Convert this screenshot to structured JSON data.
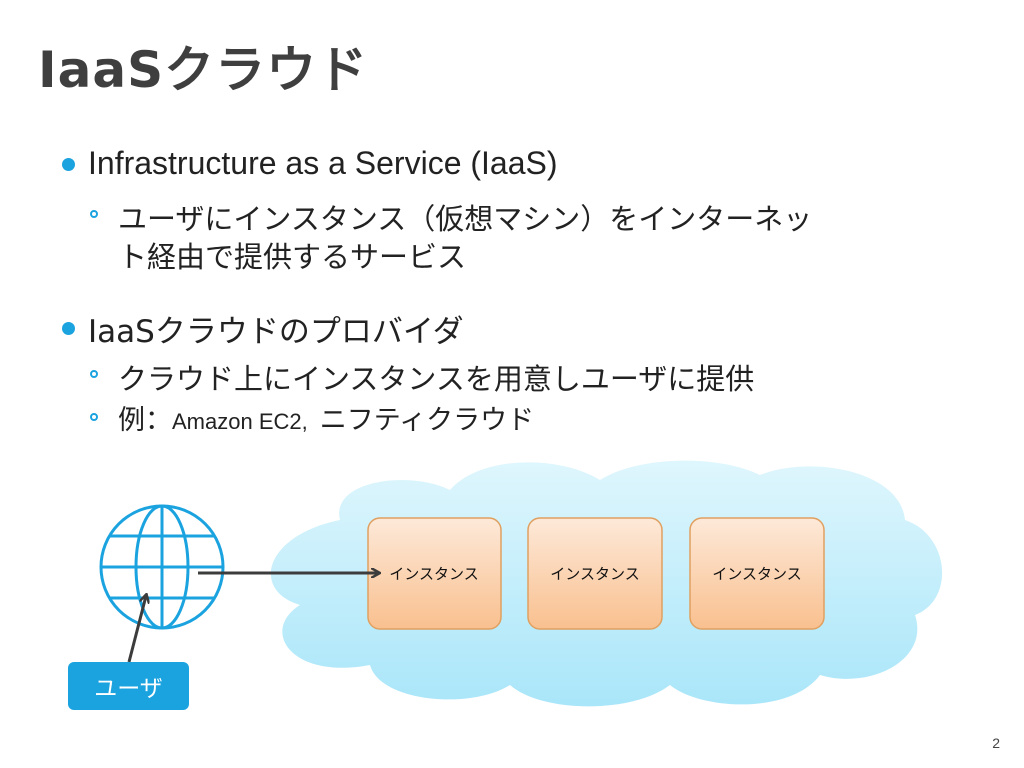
{
  "slide": {
    "title": "IaaSクラウド",
    "page_number": "2"
  },
  "bullets": [
    {
      "text": "Infrastructure as a Service (IaaS)",
      "sub": [
        {
          "line1": "ユーザにインスタンス（仮想マシン）をインターネッ",
          "line2": "ト経由で提供するサービス"
        }
      ]
    },
    {
      "text": "IaaSクラウドのプロバイダ",
      "sub": [
        {
          "line1": "クラウド上にインスタンスを用意しユーザに提供"
        },
        {
          "label": "例：",
          "text": "Amazon EC2,",
          "tail": "ニフティクラウド"
        }
      ]
    }
  ],
  "diagram": {
    "instances": [
      {
        "label": "インスタンス"
      },
      {
        "label": "インスタンス"
      },
      {
        "label": "インスタンス"
      }
    ],
    "user_label": "ユーザ",
    "colors": {
      "accent": "#1ba3e0",
      "cloud_top": "#dff6fd",
      "cloud_bottom": "#a9e6f9",
      "instance_top": "#fde9d9",
      "instance_bottom": "#f9c08f",
      "instance_border": "#e0a060",
      "arrow": "#3c3c3c"
    }
  }
}
